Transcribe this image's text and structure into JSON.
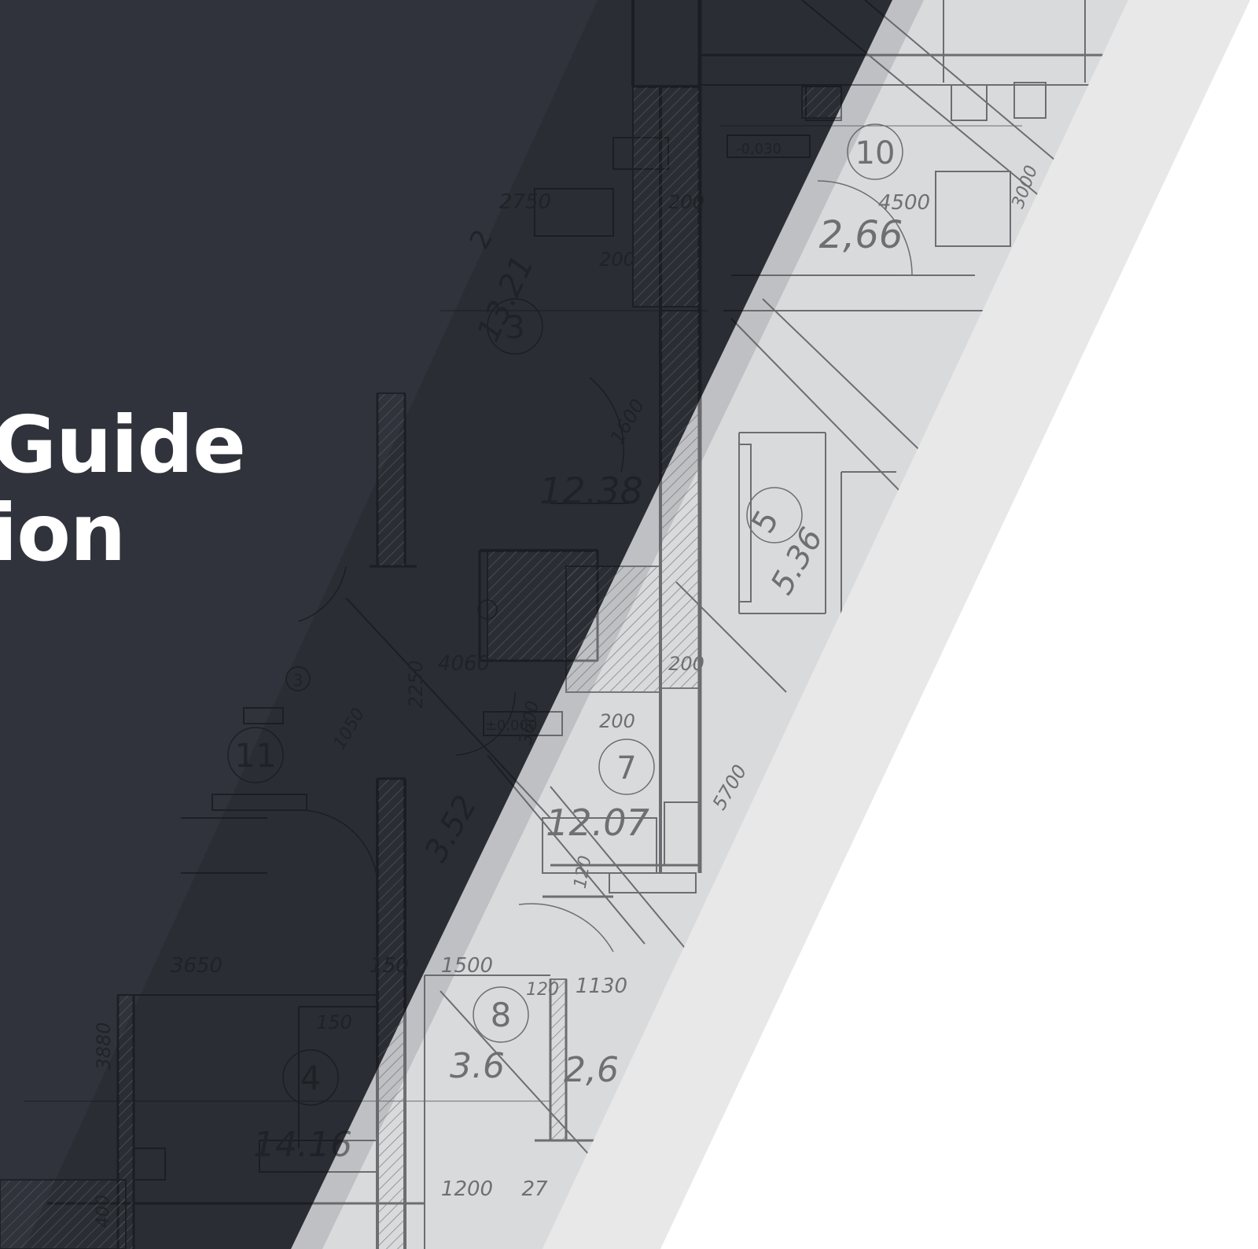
{
  "cover": {
    "title_lines": [
      "Guide",
      "ion"
    ],
    "colors": {
      "dark_panel": "#30333b",
      "blueprint_light": "#d9dadc",
      "ribbon": "#e8e8e9",
      "background": "#ffffff",
      "title": "#ffffff",
      "line_dark": "#17191d",
      "line_light": "#595b5f"
    },
    "plan_labels": [
      {
        "id": "l2750",
        "text": "2750"
      },
      {
        "id": "l200a",
        "text": "200"
      },
      {
        "id": "l200b",
        "text": "200"
      },
      {
        "id": "lm030",
        "text": "-0,030"
      },
      {
        "id": "r10",
        "text": "10"
      },
      {
        "id": "l4500",
        "text": "4500"
      },
      {
        "id": "a266",
        "text": "2,66"
      },
      {
        "id": "l3000",
        "text": "3000"
      },
      {
        "id": "l1321",
        "text": "13.21"
      },
      {
        "id": "l2",
        "text": "2"
      },
      {
        "id": "r3",
        "text": "3"
      },
      {
        "id": "l1600",
        "text": "1600"
      },
      {
        "id": "a1238",
        "text": "12.38"
      },
      {
        "id": "r5",
        "text": "5"
      },
      {
        "id": "a536",
        "text": "5.36"
      },
      {
        "id": "l4060",
        "text": "4060"
      },
      {
        "id": "l2250",
        "text": "2250"
      },
      {
        "id": "l200c",
        "text": "200"
      },
      {
        "id": "l200d",
        "text": "200"
      },
      {
        "id": "lpm0",
        "text": "±0,000"
      },
      {
        "id": "r7",
        "text": "7"
      },
      {
        "id": "r11",
        "text": "11"
      },
      {
        "id": "r3b",
        "text": "3"
      },
      {
        "id": "a1207",
        "text": "12.07"
      },
      {
        "id": "a352",
        "text": "3.52"
      },
      {
        "id": "l5700",
        "text": "5700"
      },
      {
        "id": "l120a",
        "text": "120"
      },
      {
        "id": "l3650",
        "text": "3650"
      },
      {
        "id": "l1500",
        "text": "1500"
      },
      {
        "id": "l150a",
        "text": "150"
      },
      {
        "id": "l1130",
        "text": "1130"
      },
      {
        "id": "l120b",
        "text": "120"
      },
      {
        "id": "l150b",
        "text": "150"
      },
      {
        "id": "r8",
        "text": "8"
      },
      {
        "id": "a36",
        "text": "3.6"
      },
      {
        "id": "a26",
        "text": "2,6"
      },
      {
        "id": "l3880",
        "text": "3880"
      },
      {
        "id": "r4",
        "text": "4"
      },
      {
        "id": "a1416",
        "text": "14.16"
      },
      {
        "id": "l1200",
        "text": "1200"
      },
      {
        "id": "l27",
        "text": "27"
      },
      {
        "id": "l400",
        "text": "400"
      },
      {
        "id": "l1050",
        "text": "1050"
      },
      {
        "id": "l3600",
        "text": "3600"
      }
    ]
  }
}
